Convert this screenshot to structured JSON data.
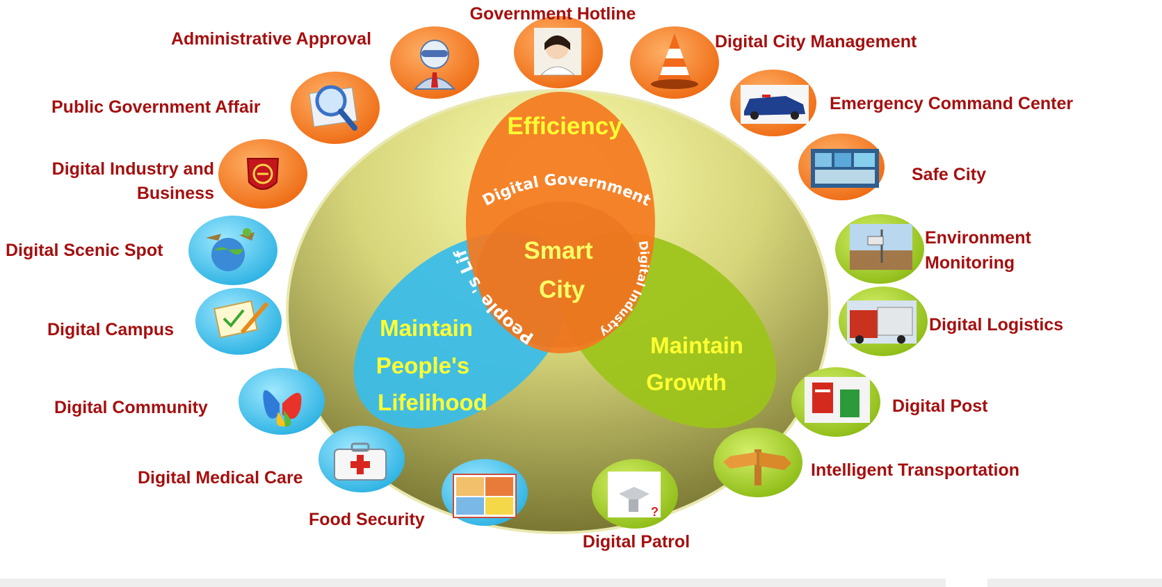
{
  "center": {
    "line1": "Smart",
    "line2": "City",
    "efficiency": "Efficiency",
    "lifelihood": [
      "Maintain",
      "People's",
      "Lifelihood"
    ],
    "growth": [
      "Maintain",
      "Growth"
    ],
    "arc_government": "Digital Government",
    "arc_industry": "Digital Industry",
    "arc_people": "People 's Lif"
  },
  "colors": {
    "big_ellipse_light": "#fbfb9a",
    "big_ellipse_dark": "#7a7a20",
    "orange": "#f47a20",
    "blue": "#3bbde8",
    "green": "#9cc41a",
    "label": "#a50f0f",
    "yellow_text": "#ffff33"
  },
  "services": {
    "government_hotline": "Government Hotline",
    "administrative_approval": "Administrative Approval",
    "digital_city_management": "Digital City Management",
    "public_government_affair": "Public Government Affair",
    "emergency_command_center": "Emergency Command Center",
    "digital_industry_business": [
      "Digital Industry and",
      "Business"
    ],
    "safe_city": "Safe City",
    "digital_scenic_spot": "Digital Scenic Spot",
    "environment_monitoring": [
      "Environment",
      "Monitoring"
    ],
    "digital_campus": "Digital Campus",
    "digital_logistics": "Digital Logistics",
    "digital_community": "Digital Community",
    "digital_post": "Digital Post",
    "digital_medical_care": "Digital Medical Care",
    "intelligent_transportation": "Intelligent Transportation",
    "food_security": "Food Security",
    "digital_patrol": "Digital Patrol"
  }
}
